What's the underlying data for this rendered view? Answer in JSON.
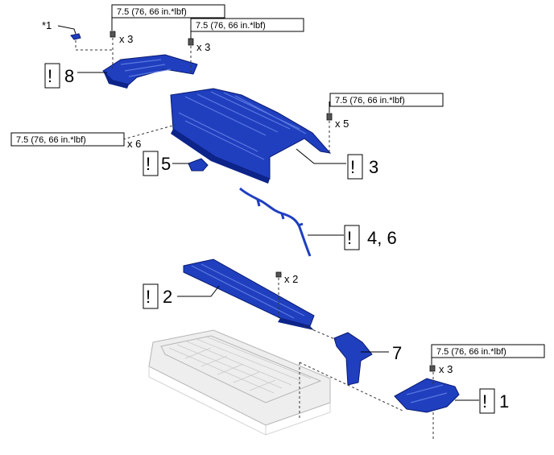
{
  "torque_spec": "7.5 (76, 66 in.*lbf)",
  "note_marker": "*1",
  "caution_mark": "!",
  "quantities": {
    "top_left": "x 3",
    "top_mid": "x 3",
    "right_upper": "x 5",
    "left_mid": "x 6",
    "center": "x 2",
    "bottom_right": "x 3"
  },
  "callouts": {
    "c8": "8",
    "c5": "5",
    "c3": "3",
    "c46": "4, 6",
    "c2": "2",
    "c7": "7",
    "c1": "1"
  },
  "colors": {
    "part_blue": "#1f3fbf",
    "part_outline": "#0a1a6e",
    "ghost_gray": "#eeeeee"
  }
}
